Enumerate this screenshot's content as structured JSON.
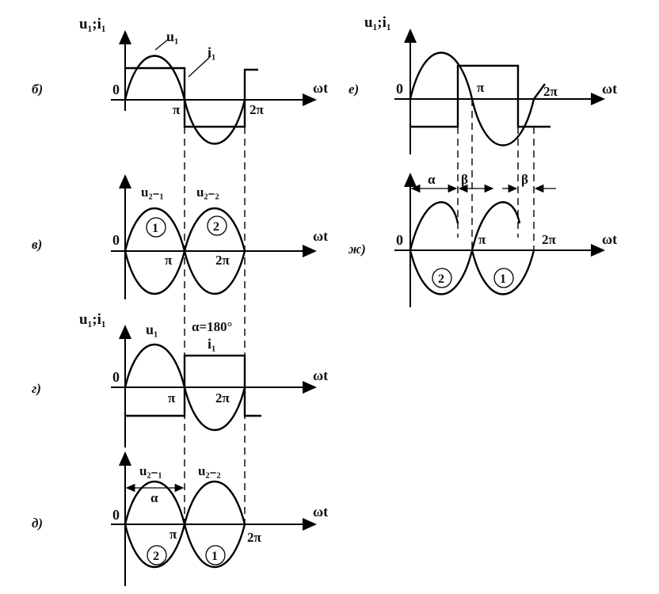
{
  "panels": {
    "b": {
      "tag": "б)",
      "y_label": "u₁;i₁",
      "origin": "0",
      "x_label": "ωt",
      "curve_u": "u₁",
      "curve_i": "i₁",
      "pi": "π",
      "two_pi": "2π"
    },
    "v": {
      "tag": "в)",
      "origin": "0",
      "x_label": "ωt",
      "lobe1": "u₂₋₁",
      "lobe2": "u₂₋₂",
      "circle1": "1",
      "circle2": "2",
      "pi": "π",
      "two_pi": "2π"
    },
    "g": {
      "tag": "г)",
      "y_label": "u₁;i₁",
      "origin": "0",
      "x_label": "ωt",
      "curve_u": "u₁",
      "curve_i": "i₁",
      "alpha_note": "α=180°",
      "pi": "π",
      "two_pi": "2π"
    },
    "d": {
      "tag": "д)",
      "origin": "0",
      "x_label": "ωt",
      "lobe1": "u₂₋₁",
      "lobe2": "u₂₋₂",
      "alpha": "α",
      "circle1": "2",
      "circle2": "1",
      "pi": "π",
      "two_pi": "2π"
    },
    "e": {
      "tag": "е)",
      "y_label": "u₁;i₁",
      "origin": "0",
      "x_label": "ωt",
      "pi": "π",
      "two_pi": "2π"
    },
    "zh": {
      "tag": "ж)",
      "origin": "0",
      "x_label": "ωt",
      "alpha": "α",
      "beta1": "β",
      "beta2": "β",
      "circle1": "2",
      "circle2": "1",
      "pi": "π",
      "two_pi": "2π"
    }
  }
}
